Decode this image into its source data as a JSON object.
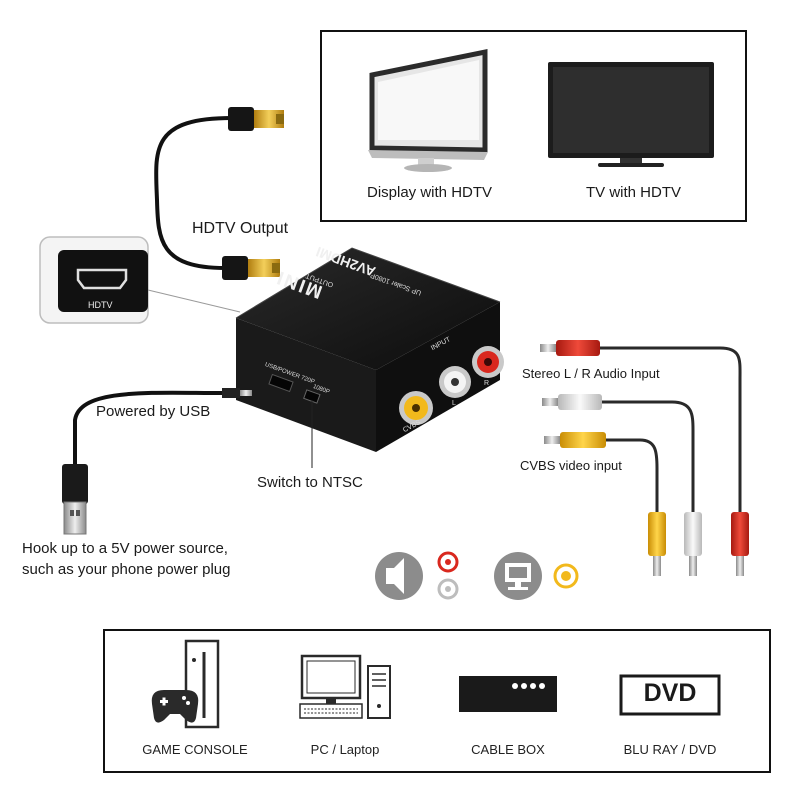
{
  "displays": {
    "monitor_label": "Display with  HDTV",
    "tv_label": "TV with HDTV"
  },
  "hdmi_port_inset": {
    "label": "HDTV"
  },
  "converter": {
    "brand": "MINI",
    "model": "AV2HDMI",
    "subtitle": "UP Scaler 1080P",
    "output_label": "OUTPUT",
    "input_label": "INPUT",
    "usb_power_label": "USB/POWER 720P",
    "mode_label": "1080P",
    "cvbs_label": "CVBS",
    "l_label": "L",
    "r_label": "R"
  },
  "callouts": {
    "hdtv_output": "HDTV  Output",
    "powered_by_usb": "Powered by USB",
    "switch_ntsc": "Switch to NTSC",
    "power_source_line1": "Hook up to a 5V power source,",
    "power_source_line2": "such as your phone power plug",
    "stereo_input": "Stereo L / R Audio Input",
    "cvbs_input": "CVBS video input"
  },
  "sources": [
    {
      "label": "GAME CONSOLE",
      "icon": "game-console-icon"
    },
    {
      "label": "PC / Laptop",
      "icon": "pc-laptop-icon"
    },
    {
      "label": "CABLE BOX",
      "icon": "cable-box-icon"
    },
    {
      "label": "BLU RAY / DVD",
      "icon": "dvd-player-icon",
      "badge": "DVD"
    }
  ],
  "colors": {
    "rca_red": "#d9281e",
    "rca_white": "#e8e8e8",
    "rca_yellow": "#f2b91c",
    "hdmi_gold": "#d4a017",
    "icon_gray": "#8c8c8c"
  }
}
